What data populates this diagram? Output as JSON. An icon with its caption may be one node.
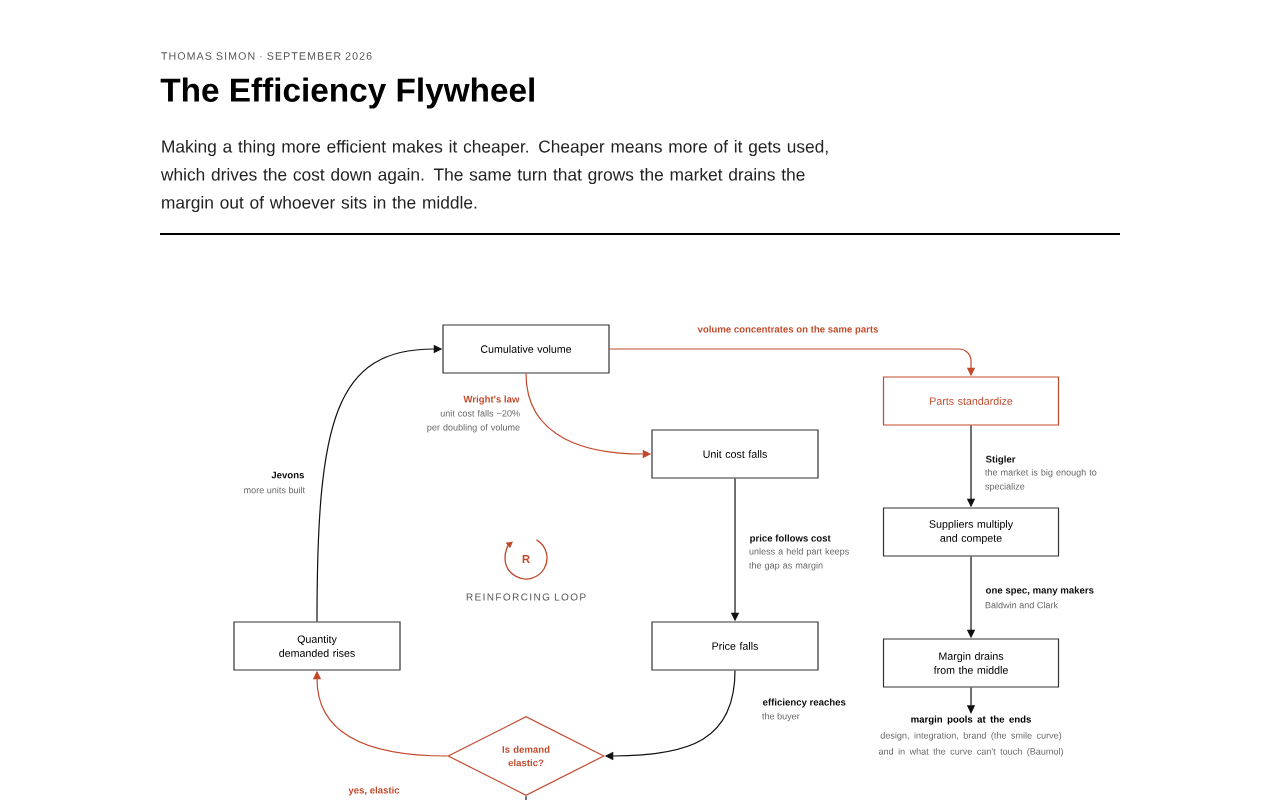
{
  "diagram": {
    "title": "The Efficiency Flywheel",
    "nodes": [
      {
        "text": [
          "Cumulative volume"
        ]
      },
      {
        "text": [
          "Unit cost falls"
        ]
      },
      {
        "text": [
          "Parts standardize"
        ]
      },
      {
        "text": [
          "Suppliers multiply and compete"
        ]
      },
      {
        "text": [
          "Price falls"
        ]
      },
      {
        "text": [
          "Margin drains from the middle"
        ]
      },
      {
        "text": [
          "Quantity demanded rises"
        ]
      },
      {
        "text": [
          "Is demand elastic?"
        ]
      },
      {
        "text": [
          "margin pools at the ends",
          "design, integration, brand (the smile curve) and in what the curve can't touch (Baumol)"
        ]
      }
    ],
    "edges": [
      {
        "from": 0,
        "to": 2,
        "arrow": "to",
        "label": "volume concentrates on the same parts",
        "color": "#c24a2c"
      },
      {
        "from": 0,
        "to": 1,
        "arrow": "to",
        "label": "Wright's law",
        "color": "#c24a2c"
      },
      {
        "from": 1,
        "to": 4,
        "arrow": "to",
        "label": "price follows cost"
      },
      {
        "from": 4,
        "to": 7,
        "arrow": "to",
        "label": "efficiency reaches"
      },
      {
        "from": 7,
        "to": 6,
        "arrow": "to",
        "label": "yes, elastic",
        "color": "#c24a2c"
      },
      {
        "from": 6,
        "to": 0,
        "arrow": "to",
        "label": "Jevons"
      },
      {
        "from": 2,
        "to": 3,
        "arrow": "to",
        "label": "Stigler"
      },
      {
        "from": 3,
        "to": 5,
        "arrow": "to",
        "label": "one spec, many makers"
      },
      {
        "from": 5,
        "to": 8,
        "arrow": "to"
      },
      {
        "from": 7,
        "to": null,
        "arrow": "none"
      }
    ],
    "labels": [
      "THOMAS SIMON · SEPTEMBER 2026",
      "Making a thing more efficient makes it cheaper. Cheaper means more of it gets used, which drives the cost down again. The same turn that grows the market drains the margin out of whoever sits in the middle.",
      "unit cost falls ~20% per doubling of volume",
      "more units built",
      "the market is big enough to specialize",
      "unless a held part keeps the gap as margin",
      "R",
      "REINFORCING LOOP",
      "Baldwin and Clark",
      "the buyer"
    ]
  }
}
